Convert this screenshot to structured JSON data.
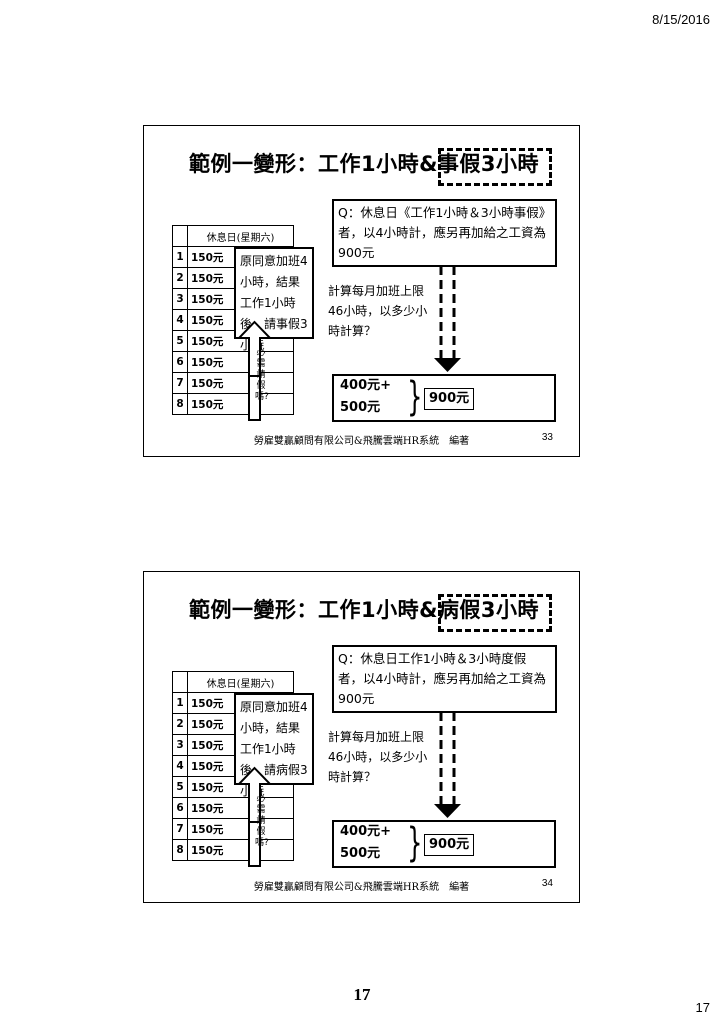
{
  "header": {
    "date": "8/15/2016"
  },
  "slides": [
    {
      "title": "範例一變形：工作1小時&事假3小時",
      "question": "Q：休息日《工作1小時＆3小時事假》者，以4小時計，應另再加給之工資為900元",
      "table": {
        "header": "休息日(星期六)",
        "rows": [
          {
            "n": "1",
            "v": "150元"
          },
          {
            "n": "2",
            "v": "150元"
          },
          {
            "n": "3",
            "v": "150元"
          },
          {
            "n": "4",
            "v": "150元"
          },
          {
            "n": "5",
            "v": "150元"
          },
          {
            "n": "6",
            "v": "150元"
          },
          {
            "n": "7",
            "v": "150元"
          },
          {
            "n": "8",
            "v": "150元"
          }
        ]
      },
      "agreement": "原同意加班4小時，結果工作1小時後，請事假3小時",
      "ask": "必需請假嗎?",
      "limit": "計算每月加班上限46小時，以多少小時計算？",
      "sum_line1": "400元+",
      "sum_line2": "500元",
      "answer": "900元",
      "footer": "勞雇雙贏顧問有限公司&飛騰雲端HR系統　編著",
      "slide_no": "33"
    },
    {
      "title": "範例一變形：工作1小時&病假3小時",
      "question": "Q：休息日工作1小時＆3小時度假者，以4小時計，應另再加給之工資為900元",
      "table": {
        "header": "休息日(星期六)",
        "rows": [
          {
            "n": "1",
            "v": "150元"
          },
          {
            "n": "2",
            "v": "150元"
          },
          {
            "n": "3",
            "v": "150元"
          },
          {
            "n": "4",
            "v": "150元"
          },
          {
            "n": "5",
            "v": "150元"
          },
          {
            "n": "6",
            "v": "150元"
          },
          {
            "n": "7",
            "v": "150元"
          },
          {
            "n": "8",
            "v": "150元"
          }
        ]
      },
      "agreement": "原同意加班4小時，結果工作1小時後，請病假3小時",
      "ask": "必需請假嗎?",
      "limit": "計算每月加班上限46小時，以多少小時計算？",
      "sum_line1": "400元+",
      "sum_line2": "500元",
      "answer": "900元",
      "footer": "勞雇雙贏顧問有限公司&飛騰雲端HR系統　編著",
      "slide_no": "34"
    }
  ],
  "page": {
    "number_center": "17",
    "number_right": "17"
  }
}
